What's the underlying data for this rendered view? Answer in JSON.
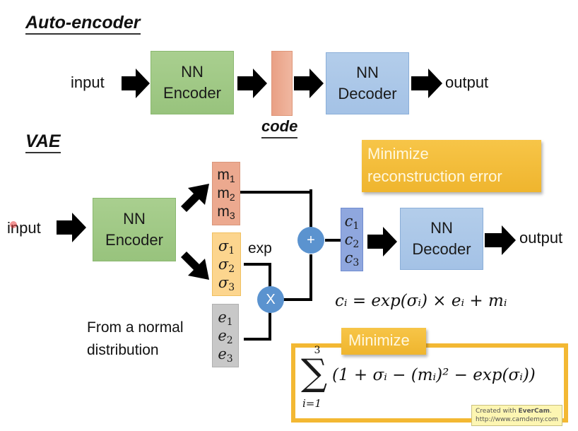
{
  "autoencoder": {
    "title": "Auto-encoder",
    "input_label": "input",
    "encoder": {
      "line1": "NN",
      "line2": "Encoder"
    },
    "code_label": "code",
    "decoder": {
      "line1": "NN",
      "line2": "Decoder"
    },
    "output_label": "output"
  },
  "vae": {
    "title": "VAE",
    "input_label": "input",
    "encoder": {
      "line1": "NN",
      "line2": "Encoder"
    },
    "m_vector": [
      "m",
      "m",
      "m"
    ],
    "m_subs": [
      "1",
      "2",
      "3"
    ],
    "sigma_vector": [
      "σ",
      "σ",
      "σ"
    ],
    "sigma_subs": [
      "1",
      "2",
      "3"
    ],
    "e_vector": [
      "e",
      "e",
      "e"
    ],
    "e_subs": [
      "1",
      "2",
      "3"
    ],
    "c_vector": [
      "c",
      "c",
      "c"
    ],
    "c_subs": [
      "1",
      "2",
      "3"
    ],
    "exp_label": "exp",
    "plus_op": "+",
    "times_op": "X",
    "normal_label_line1": "From a normal",
    "normal_label_line2": "distribution",
    "decoder": {
      "line1": "NN",
      "line2": "Decoder"
    },
    "output_label": "output",
    "recon_note_line1": "Minimize",
    "recon_note_line2": "reconstruction error",
    "formula_ci": "cᵢ = exp(σᵢ) × eᵢ + mᵢ",
    "kl_note": "Minimize",
    "kl_sum_upper": "3",
    "kl_sum_lower": "i=1",
    "kl_sum_symbol": "∑",
    "kl_expression": "(1 + σᵢ − (mᵢ)² − exp(σᵢ))"
  },
  "watermark": {
    "line1_prefix": "Created with ",
    "line1_brand": "EverCam",
    "line1_suffix": ".",
    "line2": "http://www.camdemy.com"
  },
  "colors": {
    "encoder": "#a3c98a",
    "decoder": "#a9c6e8",
    "code": "#eca98f",
    "sigma": "#fcd58e",
    "noise": "#c8c8c8",
    "c_vec": "#8fa7de",
    "operator": "#5b93cf",
    "note": "#f3b833"
  }
}
